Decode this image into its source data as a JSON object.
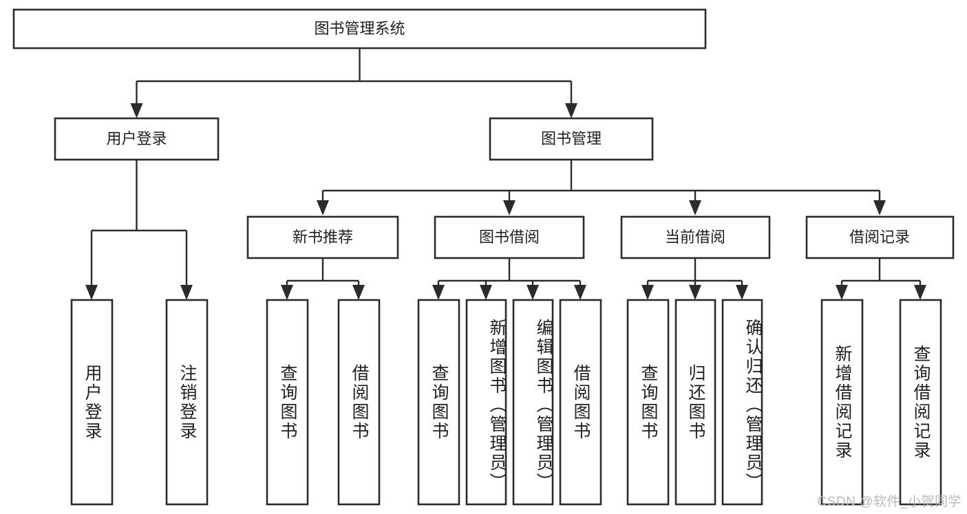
{
  "diagram": {
    "type": "tree-hierarchy",
    "title": "图书管理系统",
    "root": {
      "label": "图书管理系统"
    },
    "level1": [
      {
        "label": "用户登录"
      },
      {
        "label": "图书管理"
      }
    ],
    "level2": [
      {
        "label": "新书推荐",
        "parent": "图书管理"
      },
      {
        "label": "图书借阅",
        "parent": "图书管理"
      },
      {
        "label": "当前借阅",
        "parent": "图书管理"
      },
      {
        "label": "借阅记录",
        "parent": "图书管理"
      }
    ],
    "leaves": [
      {
        "label": "用户登录",
        "parent": "用户登录"
      },
      {
        "label": "注销登录",
        "parent": "用户登录"
      },
      {
        "label": "查询图书",
        "parent": "新书推荐"
      },
      {
        "label": "借阅图书",
        "parent": "新书推荐"
      },
      {
        "label": "查询图书",
        "parent": "图书借阅"
      },
      {
        "label": "新增图书（管理员）",
        "parent": "图书借阅"
      },
      {
        "label": "编辑图书（管理员）",
        "parent": "图书借阅"
      },
      {
        "label": "借阅图书",
        "parent": "图书借阅"
      },
      {
        "label": "查询图书",
        "parent": "当前借阅"
      },
      {
        "label": "归还图书",
        "parent": "当前借阅"
      },
      {
        "label": "确认归还（管理员）",
        "parent": "当前借阅"
      },
      {
        "label": "新增借阅记录",
        "parent": "借阅记录"
      },
      {
        "label": "查询借阅记录",
        "parent": "借阅记录"
      }
    ],
    "colors": {
      "stroke": "#2b2b2b",
      "fill": "#ffffff",
      "text": "#1f1f1f",
      "watermark": "#b9b9b9"
    }
  },
  "watermark": {
    "text": "CSDN @软件_小贺同学"
  }
}
